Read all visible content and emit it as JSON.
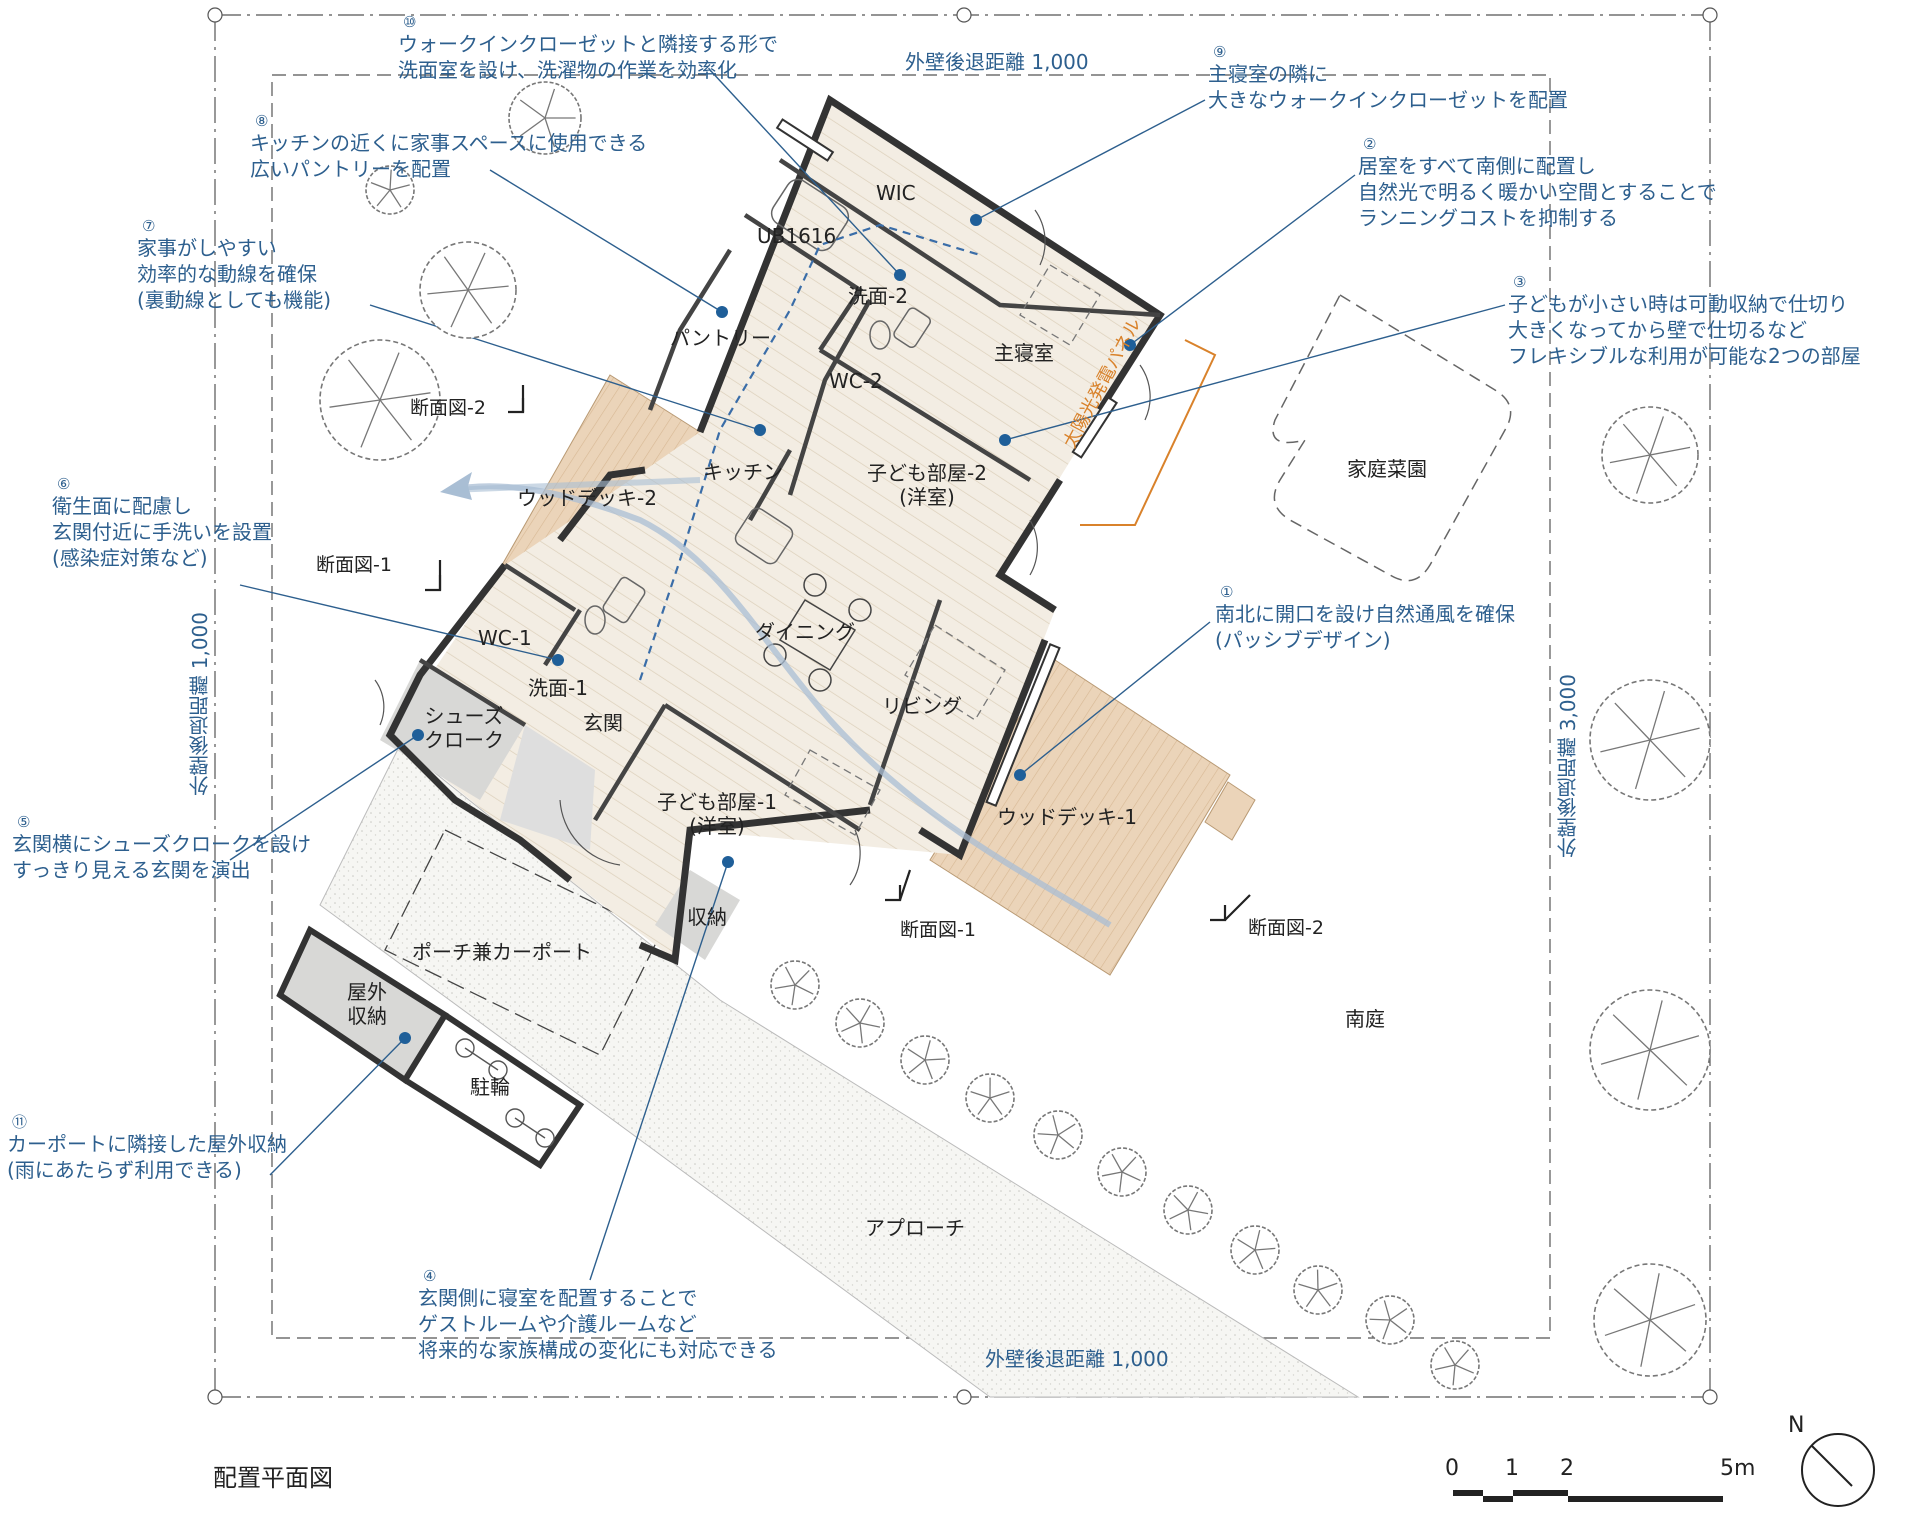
{
  "title": "配置平面図",
  "north": "N",
  "scale": {
    "labels": [
      "0",
      "1",
      "2",
      "5m"
    ]
  },
  "setbacks": {
    "top": "外壁後退距離 1,000",
    "bottom": "外壁後退距離 1,000",
    "left": "外壁後退距離 1,000",
    "right": "外壁後退距離 3,000"
  },
  "rooms": {
    "wic": "WIC",
    "ub": "UB1616",
    "washroom2": "洗面-2",
    "master": "主寝室",
    "pantry": "パントリー",
    "wc2": "WC-2",
    "kitchen": "キッチン",
    "child2": "子ども部屋-2",
    "child2_sub": "(洋室)",
    "deck2": "ウッドデッキ-2",
    "dining": "ダイニング",
    "living": "リビング",
    "wc1": "WC-1",
    "washroom1": "洗面-1",
    "shoes1": "シューズ",
    "shoes2": "クローク",
    "entrance": "玄関",
    "child1": "子ども部屋-1",
    "child1_sub": "(洋室)",
    "deck1": "ウッドデッキ-1",
    "storage": "収納",
    "porch": "ポーチ兼カーポート",
    "outdoor1": "屋外",
    "outdoor2": "収納",
    "bike": "駐輪",
    "approach": "アプローチ",
    "garden": "南庭",
    "vegetable": "家庭菜園"
  },
  "solar_label": "太陽光発電パネル",
  "sections": {
    "s2_top": "断面図-2",
    "s1_left": "断面図-1",
    "s1_bottom": "断面図-1",
    "s2_bottom": "断面図-2"
  },
  "callouts": {
    "c1": {
      "num": "①",
      "lines": [
        "南北に開口を設け自然通風を確保",
        "(パッシブデザイン)"
      ]
    },
    "c2": {
      "num": "②",
      "lines": [
        "居室をすべて南側に配置し",
        "自然光で明るく暖かい空間とすることで",
        "ランニングコストを抑制する"
      ]
    },
    "c3": {
      "num": "③",
      "lines": [
        "子どもが小さい時は可動収納で仕切り",
        "大きくなってから壁で仕切るなど",
        "フレキシブルな利用が可能な2つの部屋"
      ]
    },
    "c4": {
      "num": "④",
      "lines": [
        "玄関側に寝室を配置することで",
        "ゲストルームや介護ルームなど",
        "将来的な家族構成の変化にも対応できる"
      ]
    },
    "c5": {
      "num": "⑤",
      "lines": [
        "玄関横にシューズクロークを設け",
        "すっきり見える玄関を演出"
      ]
    },
    "c6": {
      "num": "⑥",
      "lines": [
        "衛生面に配慮し",
        "玄関付近に手洗いを設置",
        "(感染症対策など)"
      ]
    },
    "c7": {
      "num": "⑦",
      "lines": [
        "家事がしやすい",
        "効率的な動線を確保",
        "(裏動線としても機能)"
      ]
    },
    "c8": {
      "num": "⑧",
      "lines": [
        "キッチンの近くに家事スペースに使用できる",
        "広いパントリーを配置"
      ]
    },
    "c9": {
      "num": "⑨",
      "lines": [
        "主寝室の隣に",
        "大きなウォークインクローゼットを配置"
      ]
    },
    "c10": {
      "num": "⑩",
      "lines": [
        "ウォークインクローゼットと隣接する形で",
        "洗面室を設け、洗濯物の作業を効率化"
      ]
    },
    "c11": {
      "num": "⑪",
      "lines": [
        "カーポートに隣接した屋外収納",
        "(雨にあたらず利用できる)"
      ]
    }
  },
  "colors": {
    "callout": "#2d5f8e",
    "dot": "#1f5f99",
    "wall": "#3a3a3a",
    "floor": "#efe8dc",
    "deck": "#ead2b8",
    "solar": "#d9822b",
    "paving": "#f1f1ee"
  }
}
